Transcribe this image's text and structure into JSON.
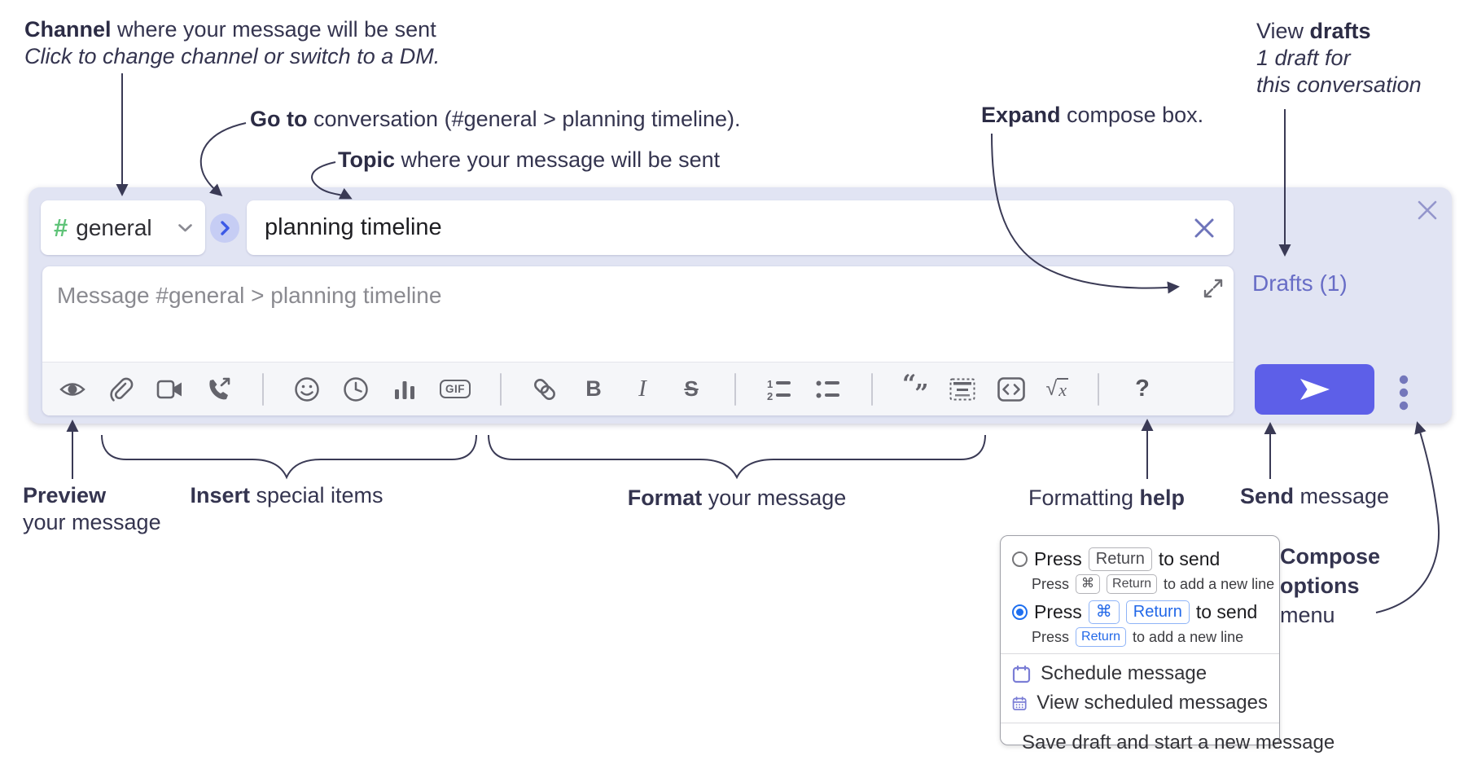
{
  "annotations": {
    "channel": {
      "bold": "Channel",
      "rest": " where your message will be sent",
      "subtext": "Click to change channel or switch to a DM."
    },
    "goto": {
      "bold": "Go to",
      "rest": " conversation (#general > planning timeline)."
    },
    "topic": {
      "bold": "Topic",
      "rest": " where your message will be sent"
    },
    "expand": {
      "bold": "Expand",
      "rest": " compose box."
    },
    "view_drafts": {
      "pre": "View ",
      "bold": "drafts",
      "line2": "1 draft for",
      "line3": "this conversation"
    },
    "preview": {
      "bold": "Preview",
      "line2": "your message"
    },
    "insert": {
      "bold": "Insert",
      "rest": " special items"
    },
    "format": {
      "bold": "Format",
      "rest": " your message"
    },
    "formatting_help": {
      "pre": "Formatting ",
      "bold": "help"
    },
    "send": {
      "bold": "Send",
      "rest": " message"
    },
    "compose_options": {
      "bold1": "Compose",
      "bold2": "options",
      "line3": "menu"
    }
  },
  "compose": {
    "channel": {
      "hash_icon": "#",
      "name": "general"
    },
    "topic": {
      "value": "planning timeline"
    },
    "message": {
      "placeholder": "Message #general > planning timeline"
    },
    "drafts_link": {
      "label": "Drafts (1)"
    },
    "toolbar": {
      "gif_label": "GIF",
      "bold_glyph": "B",
      "italic_glyph": "I",
      "strike_glyph": "S",
      "quote_open": "“",
      "quote_close": "”",
      "sqrt_glyph": "√",
      "math_x": "x",
      "help_glyph": "?",
      "icon_names": [
        "preview",
        "attach-file",
        "start-video-call",
        "start-audio-call",
        "emoji",
        "add-global-time",
        "add-poll",
        "add-gif",
        "link",
        "bold",
        "italic",
        "strikethrough",
        "numbered-list",
        "bulleted-list",
        "quote",
        "spoiler",
        "code",
        "math",
        "message-formatting-help"
      ]
    }
  },
  "popup": {
    "options": [
      {
        "press": "Press",
        "keys": [
          "Return"
        ],
        "suffix": "to send",
        "sub_press": "Press",
        "sub_keys": [
          "⌘",
          "Return"
        ],
        "sub_suffix": "to add a new line",
        "selected": false
      },
      {
        "press": "Press",
        "keys": [
          "⌘",
          "Return"
        ],
        "suffix": "to send",
        "sub_press": "Press",
        "sub_keys": [
          "Return"
        ],
        "sub_suffix": "to add a new line",
        "selected": true
      }
    ],
    "menu_items": [
      "Schedule message",
      "View scheduled messages",
      "Save draft and start a new message"
    ]
  },
  "colors": {
    "compose_background": "#e1e4f3",
    "send_button": "#5d5fe8",
    "drafts_link": "#686dc6",
    "channel_hash_green": "#5fc378",
    "selected_radio_blue": "#1e6ff0",
    "annotation_text": "#34344f"
  }
}
